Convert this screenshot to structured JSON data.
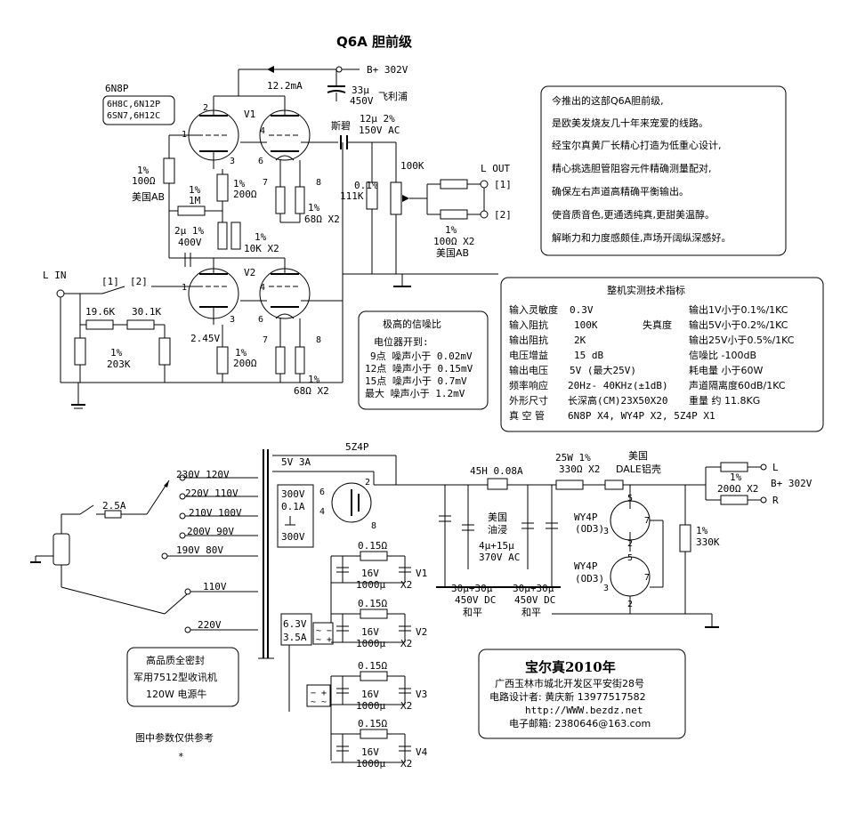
{
  "title": "Q6A 胆前级",
  "tube_box": {
    "line1": "6H8C,6N12P",
    "line2": "6SN7,6H12C",
    "label": "6N8P"
  },
  "power": {
    "bplus": "B+ 302V",
    "current": "12.2mA",
    "cap": "33μ",
    "cap_v": "450V",
    "cap_brand": "飞利浦"
  },
  "coupling_cap": {
    "brand": "斯碧",
    "value": "12μ 2%",
    "voltage": "150V AC"
  },
  "v1": {
    "name": "V1",
    "pins": [
      "2",
      "1",
      "4",
      "3",
      "6",
      "7",
      "8"
    ],
    "r_grid": [
      "1%",
      "100Ω",
      "美国AB"
    ],
    "r_cath": [
      "1%",
      "200Ω"
    ],
    "r_fb": [
      "1%",
      "1M"
    ],
    "r_heat": [
      "1%",
      "68Ω X2"
    ]
  },
  "v2": {
    "name": "V2",
    "pins": [
      "1",
      "4",
      "3",
      "6",
      "7",
      "8"
    ],
    "cap": [
      "2μ 1%",
      "400V"
    ],
    "r_fb": [
      "1%",
      "10K X2"
    ],
    "voltage": "2.45V",
    "r_cath": [
      "1%",
      "200Ω"
    ],
    "r_heat": [
      "1%",
      "68Ω X2"
    ]
  },
  "output": {
    "r_bias": [
      "0.1%",
      "111K"
    ],
    "pot": "100K",
    "label": "L OUT",
    "ports": [
      "[1]",
      "[2]"
    ],
    "r_out": [
      "1%",
      "100Ω X2",
      "美国AB"
    ]
  },
  "input": {
    "label": "L IN",
    "ports": [
      "[1]",
      "[2]"
    ],
    "r1": "19.6K",
    "r2": "30.1K",
    "r_gnd": [
      "1%",
      "203K"
    ]
  },
  "snr_box": {
    "title": "极高的信噪比",
    "subtitle": "电位器开到:",
    "rows": [
      "9点 噪声小于 0.02mV",
      "12点 噪声小于 0.15mV",
      "15点 噪声小于 0.7mV",
      "最大 噪声小于 1.2mV"
    ]
  },
  "intro": {
    "lines": [
      "今推出的这部Q6A胆前级,",
      "是欧美发烧友几十年来宠爱的线路。",
      "经宝尔真黄厂长精心打造为低重心设计,",
      "精心挑选胆管阻容元件精确测量配对,",
      "确保左右声道高精确平衡输出。",
      "使音质音色,更通透纯真,更甜美温醇。",
      "解晰力和力度感颇佳,声场开阔纵深感好。"
    ]
  },
  "specs": {
    "title": "整机实测技术指标",
    "left": [
      [
        "输入灵敏度",
        "0.3V"
      ],
      [
        "输入阻抗",
        "100K"
      ],
      [
        "输出阻抗",
        "2K"
      ],
      [
        "电压增益",
        "15 dB"
      ],
      [
        "输出电压",
        "5V (最大25V)"
      ],
      [
        "频率响应",
        "20Hz- 40KHz(±1dB)"
      ],
      [
        "外形尺寸",
        "长深高(CM)23X50X20"
      ],
      [
        "真 空 管",
        "6N8P X4, WY4P X2, 5Z4P X1"
      ]
    ],
    "mid_label": "失真度",
    "right": [
      "输出1V小于0.1%/1KC",
      "输出5V小于0.2%/1KC",
      "输出25V小于0.5%/1KC",
      "信噪比 -100dB",
      "耗电量 小于60W",
      "声道隔离度60dB/1KC",
      "重量 约 11.8KG"
    ]
  },
  "psu": {
    "rect_tube": "5Z4P",
    "taps": [
      "230V 120V",
      "220V 110V",
      "210V 100V",
      "200V 90V",
      "190V 80V",
      "110V",
      "220V"
    ],
    "fuse": "2.5A",
    "sec_5v": "5V 3A",
    "sec_hv": [
      "300V",
      "0.1A",
      "300V"
    ],
    "rect_pins": [
      "6",
      "4",
      "2",
      "8"
    ],
    "choke": "45H 0.08A",
    "oil_cap": [
      "美国",
      "油浸",
      "4μ+15μ",
      "370V AC"
    ],
    "caps_a": [
      "30μ+30μ",
      "450V DC",
      "和平"
    ],
    "caps_b": [
      "30μ+30μ",
      "450V DC",
      "和平"
    ],
    "r_series": [
      "25W 1%",
      "330Ω X2"
    ],
    "shell": [
      "美国",
      "DALE铝壳"
    ],
    "reg1": [
      "WY4P",
      "(OD3)"
    ],
    "reg2": [
      "WY4P",
      "(OD3)"
    ],
    "reg_pins": [
      "5",
      "7",
      "3",
      "2"
    ],
    "r_bleed": [
      "1%",
      "330K"
    ],
    "out_r": [
      "1%",
      "200Ω X2"
    ],
    "out_labels": [
      "L",
      "R",
      "B+ 302V"
    ],
    "heater": [
      "6.3V",
      "3.5A"
    ],
    "filters": [
      {
        "r": "0.15Ω",
        "c": [
          "16V",
          "1000μ"
        ],
        "x": "X2",
        "tube": "V1"
      },
      {
        "r": "0.15Ω",
        "c": [
          "16V",
          "1000μ"
        ],
        "x": "X2",
        "tube": "V2"
      },
      {
        "r": "0.15Ω",
        "c": [
          "16V",
          "1000μ"
        ],
        "x": "X2",
        "tube": "V3"
      },
      {
        "r": "0.15Ω",
        "c": [
          "16V",
          "1000μ"
        ],
        "x": "X2",
        "tube": "V4"
      }
    ]
  },
  "transformer_box": [
    "高品质全密封",
    "军用7512型收讯机",
    "120W 电源牛"
  ],
  "note": "图中参数仅供参考",
  "star": "*",
  "company": {
    "name": "宝尔真2010年",
    "address": "广西玉林市城北开发区平安街28号",
    "designer": "电路设计者: 黄庆新 13977517582",
    "web": "http://WWW.bezdz.net",
    "email": "电子邮箱: 2380646@163.com"
  }
}
